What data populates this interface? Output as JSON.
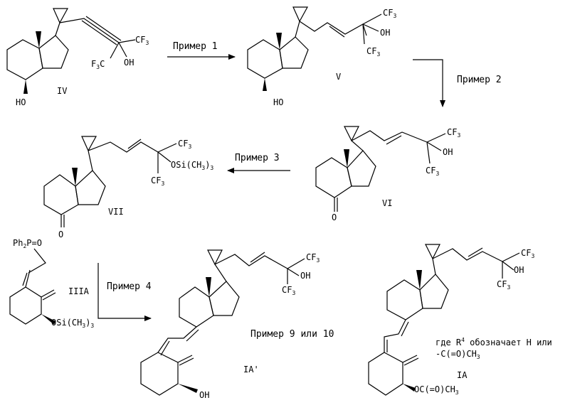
{
  "compounds": {
    "IV": {
      "label": "IV",
      "groups": {
        "cf3a": "CF",
        "cf3a_sub": "3",
        "oh": "OH",
        "cf3b": "F",
        "cf3b_sub": "3",
        "cf3b_c": "C",
        "ho": "HO"
      }
    },
    "V": {
      "label": "V",
      "groups": {
        "cf3a": "CF",
        "cf3a_sub": "3",
        "oh": "OH",
        "cf3b": "CF",
        "cf3b_sub": "3",
        "ho": "HO"
      }
    },
    "VI": {
      "label": "VI",
      "groups": {
        "cf3a": "CF",
        "cf3a_sub": "3",
        "oh": "OH",
        "cf3b": "CF",
        "cf3b_sub": "3",
        "o": "O"
      }
    },
    "VII": {
      "label": "VII",
      "groups": {
        "cf3a": "CF",
        "cf3a_sub": "3",
        "osi": "OSi(CH",
        "osi_sub": "3",
        "osi_end": ")",
        "osi_sub2": "3",
        "cf3b": "CF",
        "cf3b_sub": "3",
        "o": "O"
      }
    },
    "IIIA": {
      "label": "IIIA",
      "groups": {
        "ph2p": "Ph",
        "ph2p_sub": "2",
        "ph2p_end": "P=O",
        "osi": "OSi(CH",
        "osi_sub": "3",
        "osi_end": ")",
        "osi_sub2": "3"
      }
    },
    "IA_prime": {
      "label": "IA'",
      "groups": {
        "cf3a": "CF",
        "cf3a_sub": "3",
        "oh": "OH",
        "cf3b": "CF",
        "cf3b_sub": "3",
        "oh2": "OH"
      }
    },
    "IA": {
      "label": "IA",
      "groups": {
        "cf3a": "CF",
        "cf3a_sub": "3",
        "oh": "OH",
        "cf3b": "CF",
        "cf3b_sub": "3",
        "ester": "OC(=O)CH",
        "ester_sub": "3"
      }
    }
  },
  "arrows": {
    "ex1": "Пример 1",
    "ex2": "Пример 2",
    "ex3": "Пример 3",
    "ex4": "Пример 4",
    "ex9_10": "Пример 9 или 10"
  },
  "note": {
    "line1_a": "где R",
    "line1_sup": "4",
    "line1_b": " обозначает H или",
    "line2_a": "-C(=O)CH",
    "line2_sub": "3"
  }
}
